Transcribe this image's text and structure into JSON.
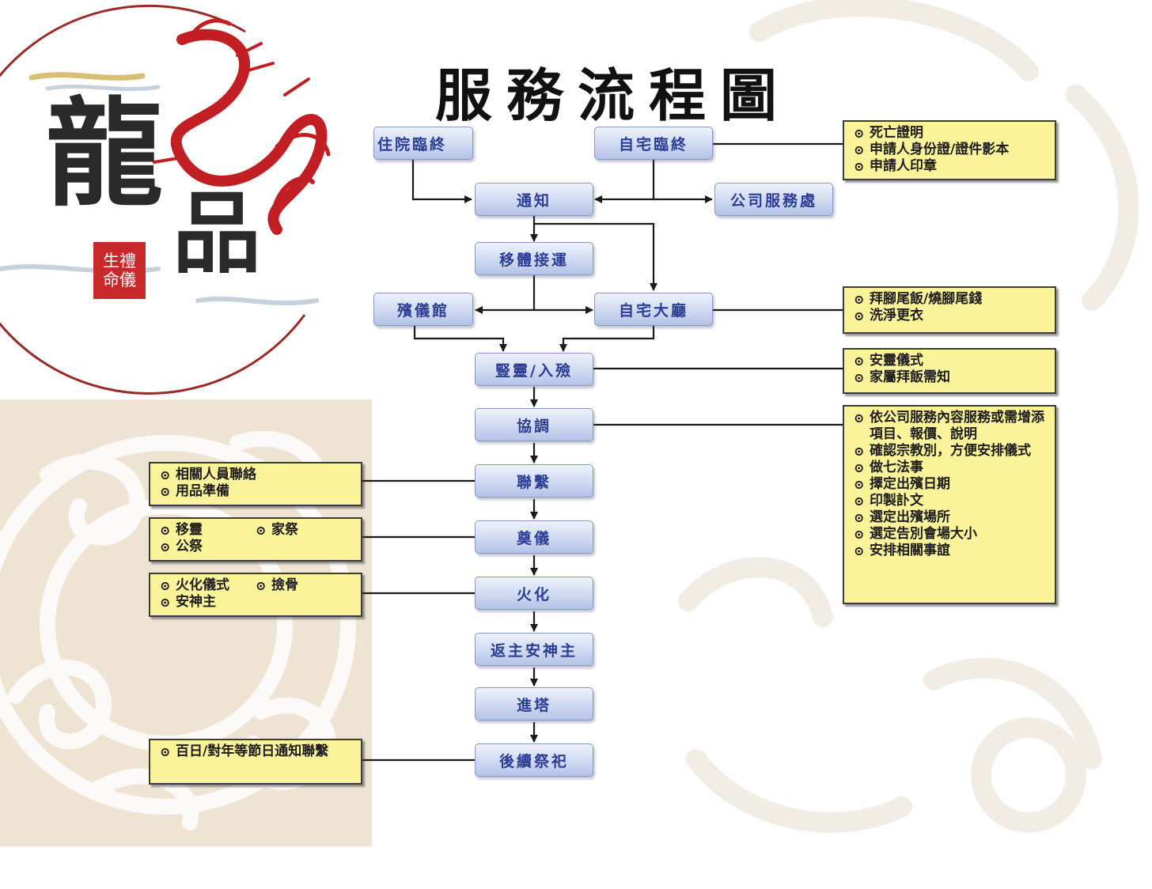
{
  "title": "服務流程圖",
  "logo": {
    "char_1": "龍",
    "char_2": "品",
    "seal_line_1": "生禮",
    "seal_line_2": "命儀",
    "colors": {
      "dragon": "#c21f24",
      "seal": "#c9282b",
      "ring": "#9a2a2a"
    }
  },
  "nodes": {
    "hospital_death": "住院臨終",
    "home_death": "自宅臨終",
    "notify": "通知",
    "company_office": "公司服務處",
    "transport": "移體接運",
    "funeral_home": "殯儀館",
    "home_hall": "自宅大廳",
    "encoffin": "豎靈/入殮",
    "coordinate": "協調",
    "contact": "聯繫",
    "ceremony": "奠儀",
    "cremation": "火化",
    "return_home": "返主安神主",
    "tower": "進塔",
    "follow_up": "後續祭祀"
  },
  "notes": {
    "death_docs": [
      "死亡證明",
      "申請人身份證/證件影本",
      "申請人印章"
    ],
    "home_hall": [
      "拜腳尾飯/燒腳尾錢",
      "洗淨更衣"
    ],
    "encoffin": [
      "安靈儀式",
      "家屬拜飯需知"
    ],
    "coordinate": [
      "依公司服務內容服務或需增添項目、報價、說明",
      "確認宗教別，方便安排儀式",
      "做七法事",
      "擇定出殯日期",
      "印製訃文",
      "選定出殯場所",
      "選定告別會場大小",
      "安排相關事誼"
    ],
    "contact": [
      "相關人員聯絡",
      "用品準備"
    ],
    "ceremony": [
      "移靈",
      "家祭",
      "公祭"
    ],
    "cremation": [
      "火化儀式",
      "撿骨",
      "安神主"
    ],
    "follow_up": [
      "百日/對年等節日通知聯繫"
    ]
  },
  "colors": {
    "node_text": "#2c3e94",
    "node_fill": "#cfd9f1",
    "note_fill": "#fbf39a",
    "connector": "#1a1a1a"
  }
}
